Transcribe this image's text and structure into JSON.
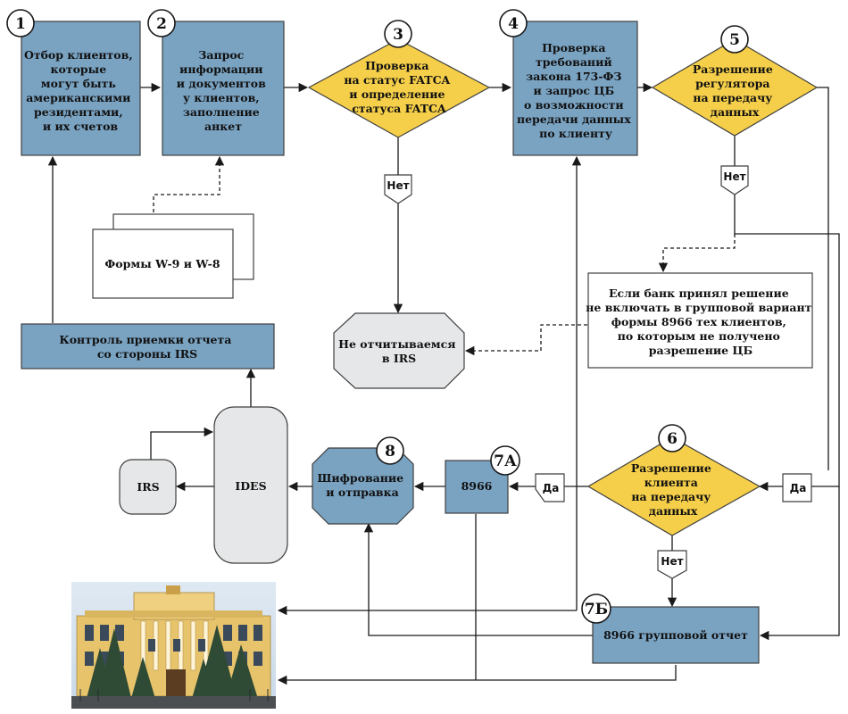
{
  "steps": {
    "s1": {
      "num": "1",
      "lines": [
        "Отбор клиентов,",
        "которые",
        "могут быть",
        "американскими",
        "резидентами,",
        "и их счетов"
      ]
    },
    "s2": {
      "num": "2",
      "lines": [
        "Запрос",
        "информации",
        "и документов",
        "у клиентов,",
        "заполнение",
        "анкет"
      ]
    },
    "s3": {
      "num": "3",
      "lines": [
        "Проверка",
        "на статус FATCA",
        "и определение",
        "статуса FATCA"
      ]
    },
    "s4": {
      "num": "4",
      "lines": [
        "Проверка",
        "требований",
        "закона 173-ФЗ",
        "и запрос ЦБ",
        "о возможности",
        "передачи данных",
        "по клиенту"
      ]
    },
    "s5": {
      "num": "5",
      "lines": [
        "Разрешение",
        "регулятора",
        "на передачу",
        "данных"
      ]
    },
    "s6": {
      "num": "6",
      "lines": [
        "Разрешение",
        "клиента",
        "на передачу",
        "данных"
      ]
    },
    "s7a": {
      "num": "7А",
      "lines": [
        "8966"
      ]
    },
    "s7b": {
      "num": "7Б",
      "lines": [
        "8966 групповой отчет"
      ]
    },
    "s8": {
      "num": "8",
      "lines": [
        "Шифрование",
        "и отправка"
      ]
    }
  },
  "forms": {
    "lines": [
      "Формы W-9 и W-8"
    ]
  },
  "control": {
    "lines": [
      "Контроль приемки отчета",
      "со стороны IRS"
    ]
  },
  "ides": {
    "lines": [
      "IDES"
    ]
  },
  "irs": {
    "lines": [
      "IRS"
    ]
  },
  "not_reporting": {
    "lines": [
      "Не отчитываемся",
      "в IRS"
    ]
  },
  "note": {
    "lines": [
      "Если банк принял решение",
      "не включать в групповой вариант",
      "формы 8966 тех клиентов,",
      "по которым не получено",
      "разрешение ЦБ"
    ]
  },
  "tags": {
    "no_3": "Нет",
    "no_5": "Нет",
    "no_6": "Нет",
    "yes_5": "Да",
    "yes_6": "Да"
  },
  "colors": {
    "process_blue": "#7aa3c2",
    "decision_yellow": "#f5cf4a",
    "terminal_gray": "#e6e7e8",
    "line": "#1a1a1a"
  },
  "icons": {
    "building": "central-bank-building-photo"
  }
}
